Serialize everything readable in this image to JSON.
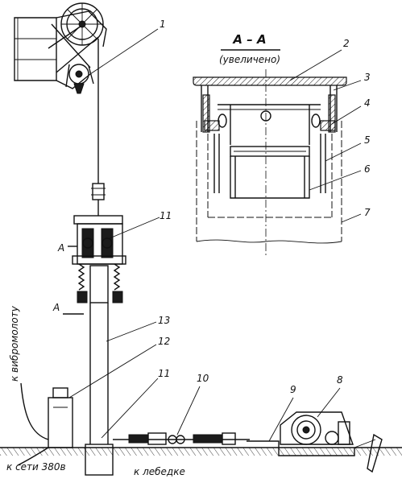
{
  "section": {
    "title": "А – А",
    "subtitle": "(увеличено)"
  },
  "callouts": [
    "1",
    "2",
    "3",
    "4",
    "5",
    "6",
    "7",
    "8",
    "9",
    "10",
    "11",
    "12",
    "13"
  ],
  "section_marks": {
    "top": "А",
    "bottom": "А"
  },
  "notes": {
    "vibrator": "к вибромолоту",
    "mains": "к сети 380в",
    "winch": "к лебедке"
  }
}
